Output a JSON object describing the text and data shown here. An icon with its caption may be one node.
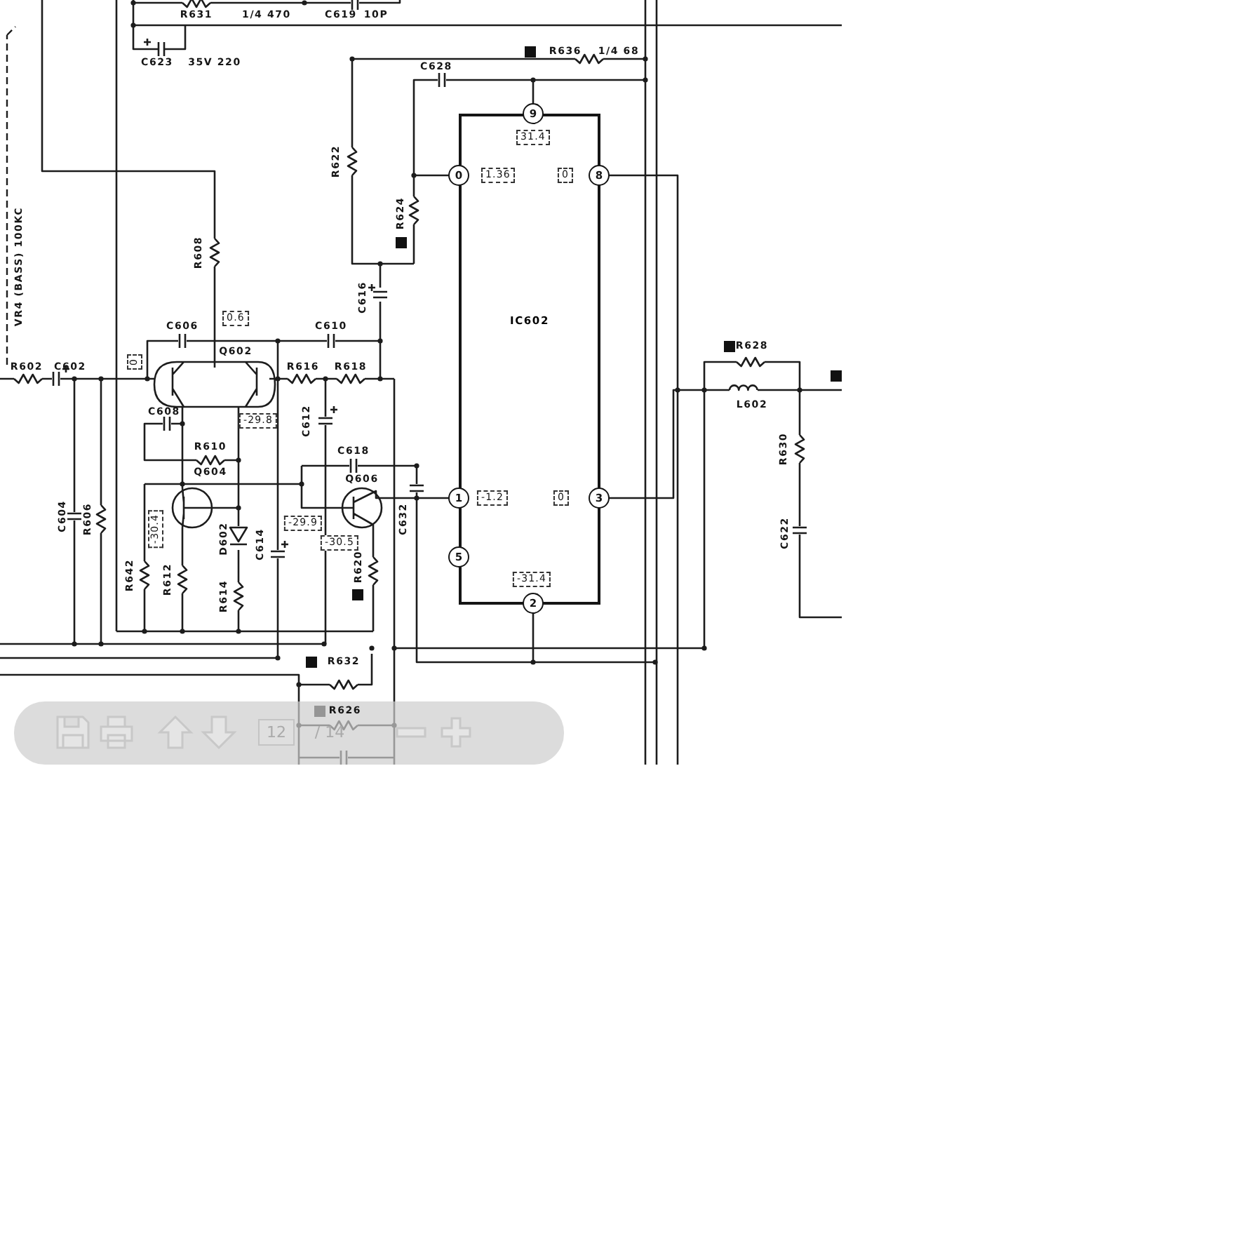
{
  "diagram": {
    "nodes": [
      {
        "text": [
          "0.6"
        ]
      },
      {
        "text": [
          "IC602"
        ]
      },
      {
        "text": [
          "9"
        ]
      },
      {
        "text": [
          "31.4"
        ],
        "in": 1
      },
      {
        "text": [
          "0"
        ]
      },
      {
        "text": [
          "1.36"
        ],
        "in": 1
      },
      {
        "text": [
          "0"
        ],
        "in": 1
      },
      {
        "text": [
          "8"
        ]
      },
      {
        "text": [
          "0"
        ]
      },
      {
        "text": [
          "-29.8"
        ]
      },
      {
        "text": [
          "-29.9"
        ]
      },
      {
        "text": [
          "-30.4"
        ]
      },
      {
        "text": [
          "-30.5"
        ]
      },
      {
        "text": [
          "1"
        ]
      },
      {
        "text": [
          "-1.2"
        ],
        "in": 1
      },
      {
        "text": [
          "0"
        ],
        "in": 1
      },
      {
        "text": [
          "3"
        ]
      },
      {
        "text": [
          "5"
        ]
      },
      {
        "text": [
          "-31.4"
        ],
        "in": 1
      },
      {
        "text": [
          "2"
        ]
      }
    ],
    "labels": [
      "R631",
      "1/4 470",
      "C619",
      "10P",
      "C623",
      "35V 220",
      "VR4 (BASS) 100KC",
      "R636",
      "1/4 68",
      "C628",
      "R622",
      "R624",
      "C616",
      "R608",
      "R628",
      "R602",
      "C602",
      "C606",
      "Q602",
      "C610",
      "R616",
      "R618",
      "L602",
      "C608",
      "R610",
      "C612",
      "C618",
      "Q604",
      "Q606",
      "C604",
      "R606",
      "D602",
      "C614",
      "C632",
      "R630",
      "C622",
      "R642",
      "R612",
      "R614",
      "R620",
      "R632",
      "R626",
      "12",
      "/ 14"
    ]
  }
}
